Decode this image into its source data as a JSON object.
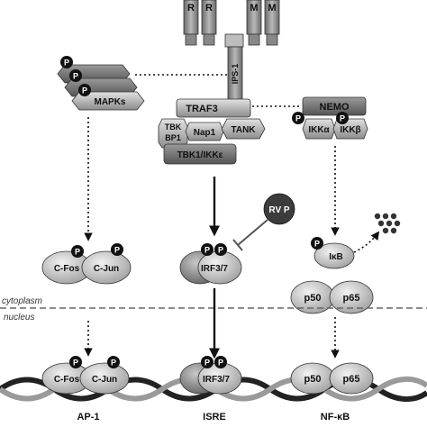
{
  "receptor": {
    "left_labels": [
      "R",
      "R"
    ],
    "right_labels": [
      "M",
      "M"
    ],
    "adaptor": "IPS-1"
  },
  "phospho": "P",
  "mapk": {
    "label": "MAPKs"
  },
  "traf": {
    "traf3": "TRAF3",
    "tbk_bp1_line1": "TBK",
    "tbk_bp1_line2": "BP1",
    "nap1": "Nap1",
    "tank": "TANK",
    "tbk1_ikke": "TBK1/IKKε"
  },
  "nemo": {
    "nemo": "NEMO",
    "ikka": "IKKα",
    "ikkb": "IKKβ"
  },
  "rvp": "RV P",
  "cyto": {
    "cfos": "C-Fos",
    "cjun": "C-Jun",
    "irf": "IRF3/7",
    "ikb": "IκB",
    "p50": "p50",
    "p65": "p65"
  },
  "compartments": {
    "cytoplasm": "cytoplasm",
    "nucleus": "nucleus"
  },
  "nuclear": {
    "cfos": "C-Fos",
    "cjun": "C-Jun",
    "irf": "IRF3/7",
    "p50": "p50",
    "p65": "p65"
  },
  "promoters": {
    "ap1": "AP-1",
    "isre": "ISRE",
    "nfkb": "NF-κB"
  }
}
